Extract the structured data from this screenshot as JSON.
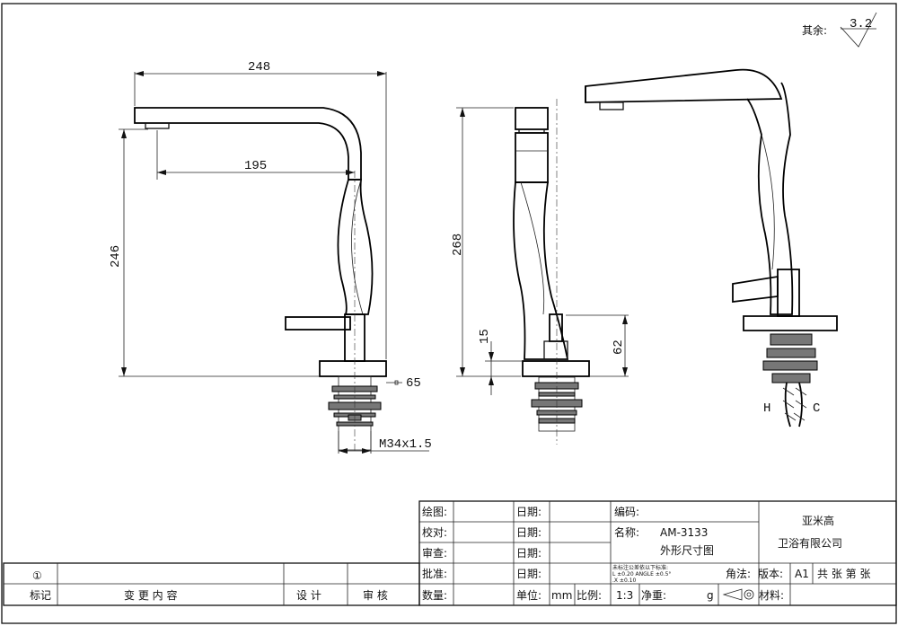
{
  "surface_finish": {
    "label": "其余:",
    "value": "3.2"
  },
  "front_view": {
    "dimensions": [
      "248",
      "195",
      "246",
      "65",
      "M34x1.5"
    ]
  },
  "side_view": {
    "dimensions": [
      "268",
      "15",
      "62"
    ]
  },
  "iso_view": {
    "hose_labels": [
      "H",
      "C"
    ]
  },
  "title_block": {
    "drawer_label": "绘图:",
    "checker_label": "校对:",
    "reviewer_label": "审查:",
    "approver_label": "批准:",
    "quantity_label": "数量:",
    "date_label": "日期:",
    "unit_label": "单位:",
    "unit_value": "mm",
    "scale_label": "比例:",
    "scale_value": "1:3",
    "net_weight_label": "净重:",
    "net_weight_unit": "g",
    "code_label": "编码:",
    "name_label": "名称:",
    "model": "AM-3133",
    "drawing_title": "外形尺寸图",
    "company_line1": "亚米高",
    "company_line2": "卫浴有限公司",
    "tolerance_title": "未标注公差依以下标准:",
    "tolerance_rows": [
      "L          ±0.20  ANGLE  ±0.5°",
      ".X         ±0.10"
    ],
    "projection_label": "角法:",
    "version_label": "版本:",
    "version_value": "A1",
    "sheets_text": "共    张    第    张",
    "material_label": "材料:"
  },
  "revision_block": {
    "row_mark": "①",
    "mark_header": "标记",
    "change_header": "变  更  内  容",
    "design_header": "设  计",
    "audit_header": "审  核"
  }
}
